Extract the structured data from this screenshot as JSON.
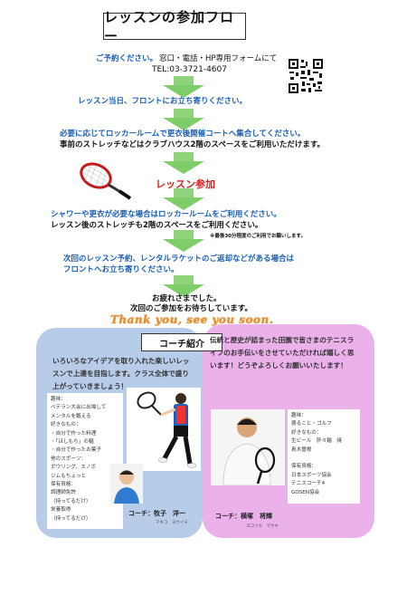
{
  "title": "レッスンの参加フロー",
  "steps": {
    "reserve_label": "ご予約ください。",
    "reserve_methods": "窓口・電話・HP専用フォームにて",
    "tel": "TEL:03-3721-4607",
    "arrive": "レッスン当日、フロントにお立ち寄りください。",
    "locker": "必要に応じてロッカールームで更衣後開催コートへ集合してください。",
    "stretch_before": "事前のストレッチなどはクラブハウス2階のスペースをご利用いただけます。",
    "lesson": "レッスン参加",
    "shower": "シャワーや更衣が必要な場合はロッカールームをご利用ください。",
    "stretch_after": "レッスン後のストレッチも2階のスペースをご利用ください。",
    "note": "※最後30分程度のご利用でお願いします。",
    "next_1": "次回のレッスン予約、レンタルラケットのご返却などがある場合は",
    "next_2": "フロントへお立ち寄りください。",
    "bye_1": "お疲れさまでした。",
    "bye_2": "次回のご参加をお待ちしています。",
    "thanks": "Thank  you, see you soon."
  },
  "coach_section_title": "コーチ紹介",
  "coach_left": {
    "intro_1": "いろいろなアイデアを取り入れた楽しいレッ",
    "intro_2": "スンで上達を目指します。クラス全体で盛り",
    "intro_3": "上がっていきましょう！",
    "info": [
      "趣味：",
      "ベテラン大会に出場して",
      "メンタルを鍛える",
      "好きなもの：",
      "・自分で作った料理",
      "・「ほしもち」の麺",
      "・自分で作ったお菓子",
      "他のスポーツ：",
      "ボウリング、スノボ",
      "ジムもちょっと",
      "保有資格：",
      "調理師免許",
      "（持ってるだけ）",
      "栄養取得",
      "（持ってるだけ）"
    ],
    "name": "コーチ：牧子　洋一",
    "kana": "マキコ　ヨウイチ"
  },
  "coach_right": {
    "intro_1": "伝統と歴史が詰まった田園で皆さまのテニスラ",
    "intro_2": "イフのお手伝いをさせていただければ嬉しく思",
    "intro_3": "います！どうぞよろしくお願いいたします！",
    "info": [
      "趣味：",
      "寝ること・ゴルフ",
      "好きなもの：",
      "生ビール　肝々麺　焼",
      "鳥木曽根",
      "",
      "保有資格：",
      "日本スポーツ協会",
      "テニスコーチ4",
      "GOSEN協会"
    ],
    "name": "コーチ：横塚　将輝",
    "kana": "ヨコツカ　マサキ"
  },
  "colors": {
    "accent_blue": "#1a5fb4",
    "arrow_green": "#7fcc6b",
    "lesson_red": "#d42020",
    "panel_blue": "#b7cce8",
    "panel_pink": "#ebb1ea",
    "thanks_orange": "#e8912a"
  }
}
